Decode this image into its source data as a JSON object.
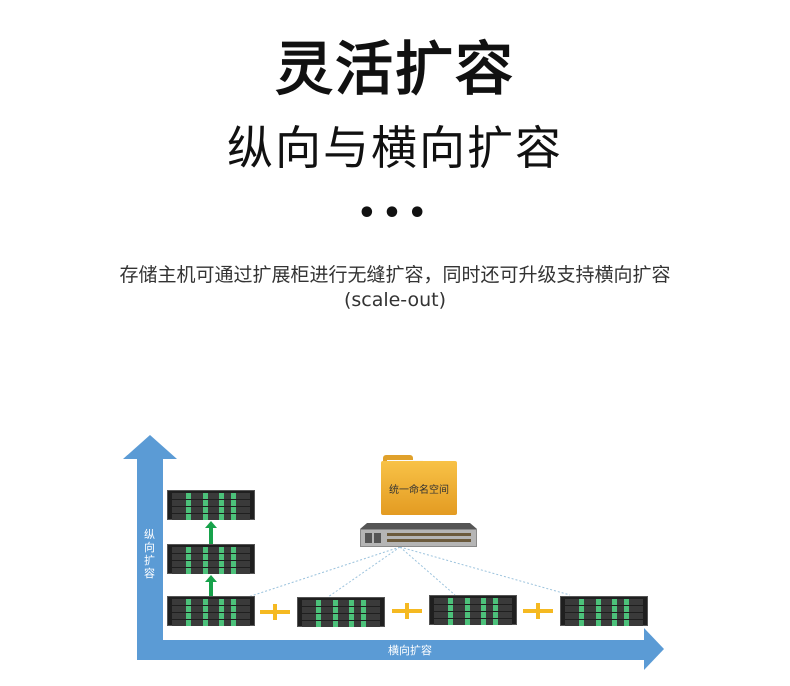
{
  "header": {
    "title": "灵活扩容",
    "subtitle": "纵向与横向扩容",
    "dots": "•••"
  },
  "description": {
    "line1": "存储主机可通过扩展柜进行无缝扩容，同时还可升级支持横向扩容",
    "line2": "(scale-out)"
  },
  "diagram": {
    "folder_label": "统一命名空间",
    "vertical_axis_label": "纵向扩容",
    "horizontal_axis_label": "横向扩容"
  },
  "colors": {
    "axis": "#5b9bd5",
    "plus": "#f5b921",
    "up_arrow": "#17a24b",
    "folder": "#f2b233"
  }
}
